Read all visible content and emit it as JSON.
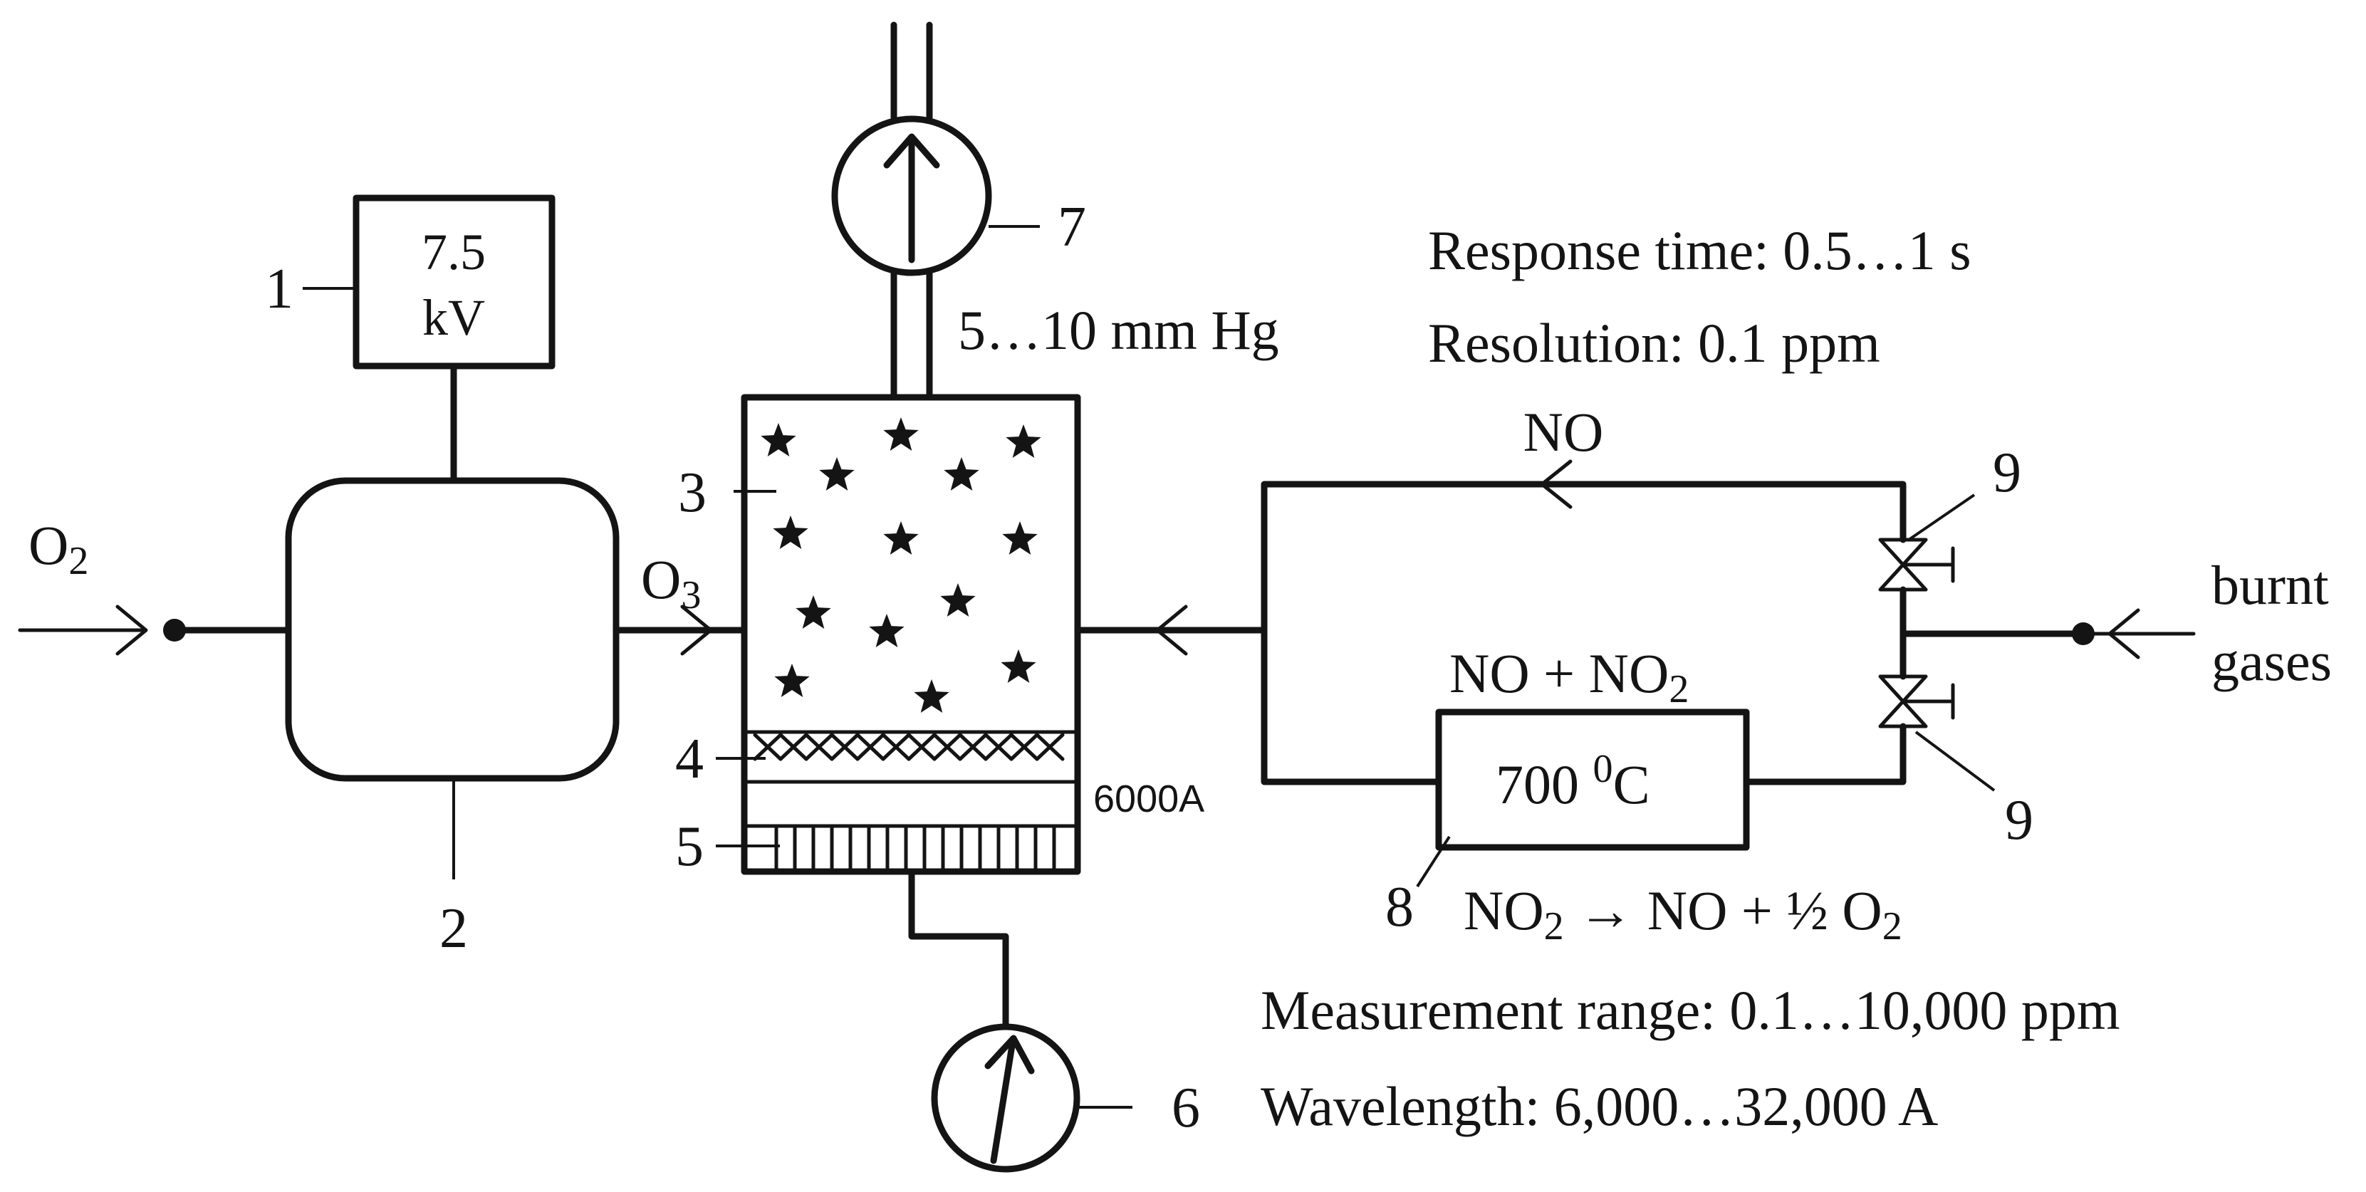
{
  "labels": {
    "n1": "1",
    "n2": "2",
    "n3": "3",
    "n4": "4",
    "n5": "5",
    "n6": "6",
    "n7": "7",
    "n8": "8",
    "n9_top": "9",
    "n9_bottom": "9"
  },
  "power_supply": {
    "line1": "7.5",
    "line2": "kV"
  },
  "inlet": {
    "o2_base": "O",
    "o2_sub": "2"
  },
  "ozone": {
    "o3_base": "O",
    "o3_sub": "3"
  },
  "pressure": "5…10 mm Hg",
  "filter_wavelength": "6000A",
  "specs": {
    "response_time": "Response time: 0.5…1 s",
    "resolution": "Resolution: 0.1 ppm",
    "measurement_range": "Measurement range: 0.1…10,000 ppm",
    "wavelength": "Wavelength: 6,000…32,000 A"
  },
  "branches": {
    "no": "NO",
    "no_plus_no2_a": "NO + NO",
    "no_plus_no2_sub": "2"
  },
  "converter": {
    "temp_value": "700 ",
    "temp_sup": "0",
    "temp_unit": "C",
    "reaction_a": "NO",
    "reaction_sub1": "2",
    "reaction_b": " → NO + ½ O",
    "reaction_sub2": "2"
  },
  "outlet": {
    "line1": "burnt",
    "line2": "gases"
  }
}
